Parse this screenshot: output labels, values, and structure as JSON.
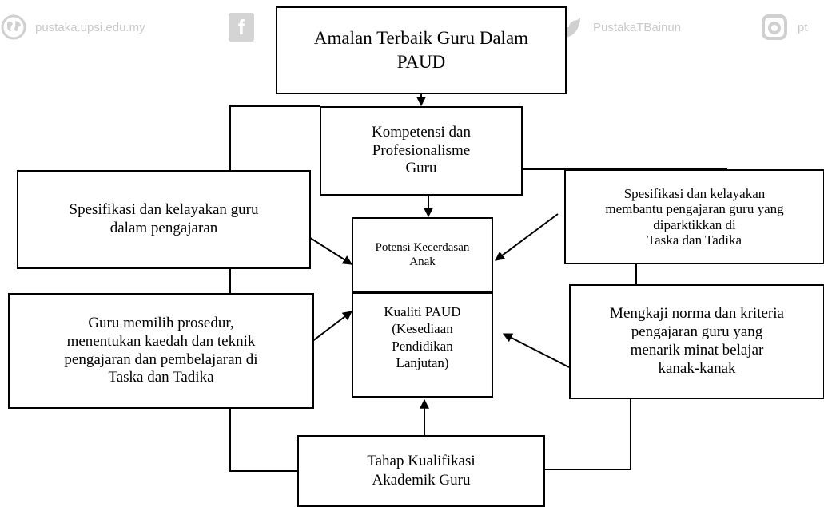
{
  "watermark": {
    "site": "pustaka.upsi.edu.my",
    "facebook_glyph": "f",
    "twitter_handle": "PustakaTBainun",
    "instagram_text": "pt",
    "icons": [
      "globe-icon",
      "facebook-icon",
      "twitter-icon",
      "instagram-icon"
    ],
    "color": "#c9c9c9"
  },
  "diagram": {
    "title": {
      "line1": "Amalan Terbaik Guru Dalam",
      "line2": "PAUD"
    },
    "competency": {
      "line1": "Kompetensi dan",
      "line2": "Profesionalisme",
      "line3": "Guru"
    },
    "spec_left": {
      "line1": "Spesifikasi dan kelayakan guru",
      "line2": "dalam pengajaran"
    },
    "potential": {
      "line1": "Potensi Kecerdasan",
      "line2": "Anak"
    },
    "spec_right": {
      "line1": "Spesifikasi dan kelayakan",
      "line2": "membantu pengajaran guru yang",
      "line3": "diparktikkan di",
      "line4": "Taska dan Tadika"
    },
    "method": {
      "line1": "Guru memilih prosedur,",
      "line2": "menentukan kaedah dan teknik",
      "line3": "pengajaran dan pembelajaran di",
      "line4": "Taska dan Tadika"
    },
    "quality": {
      "line1": "Kualiti PAUD",
      "line2": "(Kesediaan",
      "line3": "Pendidikan",
      "line4": "Lanjutan)"
    },
    "norms": {
      "line1": "Mengkaji norma dan kriteria",
      "line2": "pengajaran guru yang",
      "line3": "menarik minat belajar",
      "line4": "kanak-kanak"
    },
    "academic": {
      "line1": "Tahap Kualifikasi",
      "line2": "Akademik Guru"
    }
  }
}
